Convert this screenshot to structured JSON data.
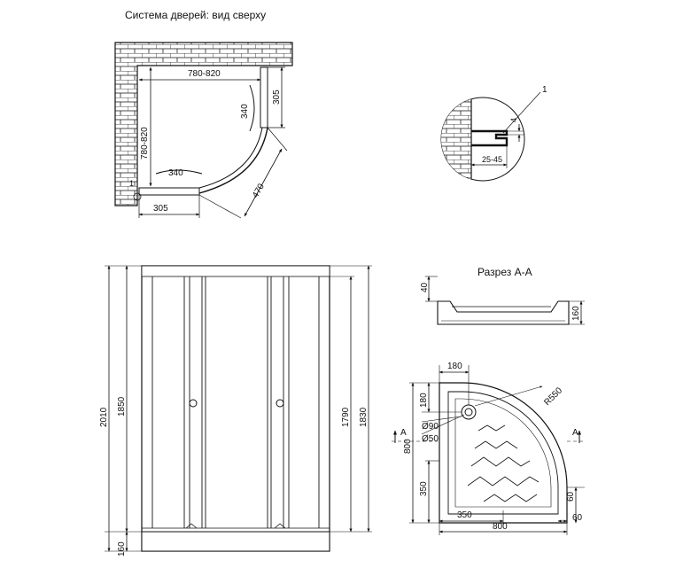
{
  "titles": {
    "top_view": "Система дверей: вид сверху",
    "section": "Разрез А-А"
  },
  "top_view": {
    "width_range": "780-820",
    "depth_range": "780-820",
    "side_panel_right": "305",
    "side_panel_bottom": "305",
    "door_right": "340",
    "door_bottom": "340",
    "arc_radius": "470",
    "callout": "1"
  },
  "detail": {
    "callout": "1",
    "gap": "4",
    "profile_range": "25-45"
  },
  "front_view": {
    "total_height": "2010",
    "door_height": "1850",
    "inner_height": "1790",
    "panel_height": "1830",
    "tray_height": "160"
  },
  "section": {
    "rim_height": "40",
    "tray_height": "160"
  },
  "tray_plan": {
    "drain_offset_x": "180",
    "drain_offset_y": "180",
    "radius": "R550",
    "drain_d90": "Ø90",
    "drain_d50": "Ø50",
    "depth": "800",
    "width": "800",
    "straight_y": "350",
    "straight_x": "350",
    "rim_y": "60",
    "rim_x": "60",
    "section_mark_left": "A",
    "section_mark_right": "A"
  }
}
